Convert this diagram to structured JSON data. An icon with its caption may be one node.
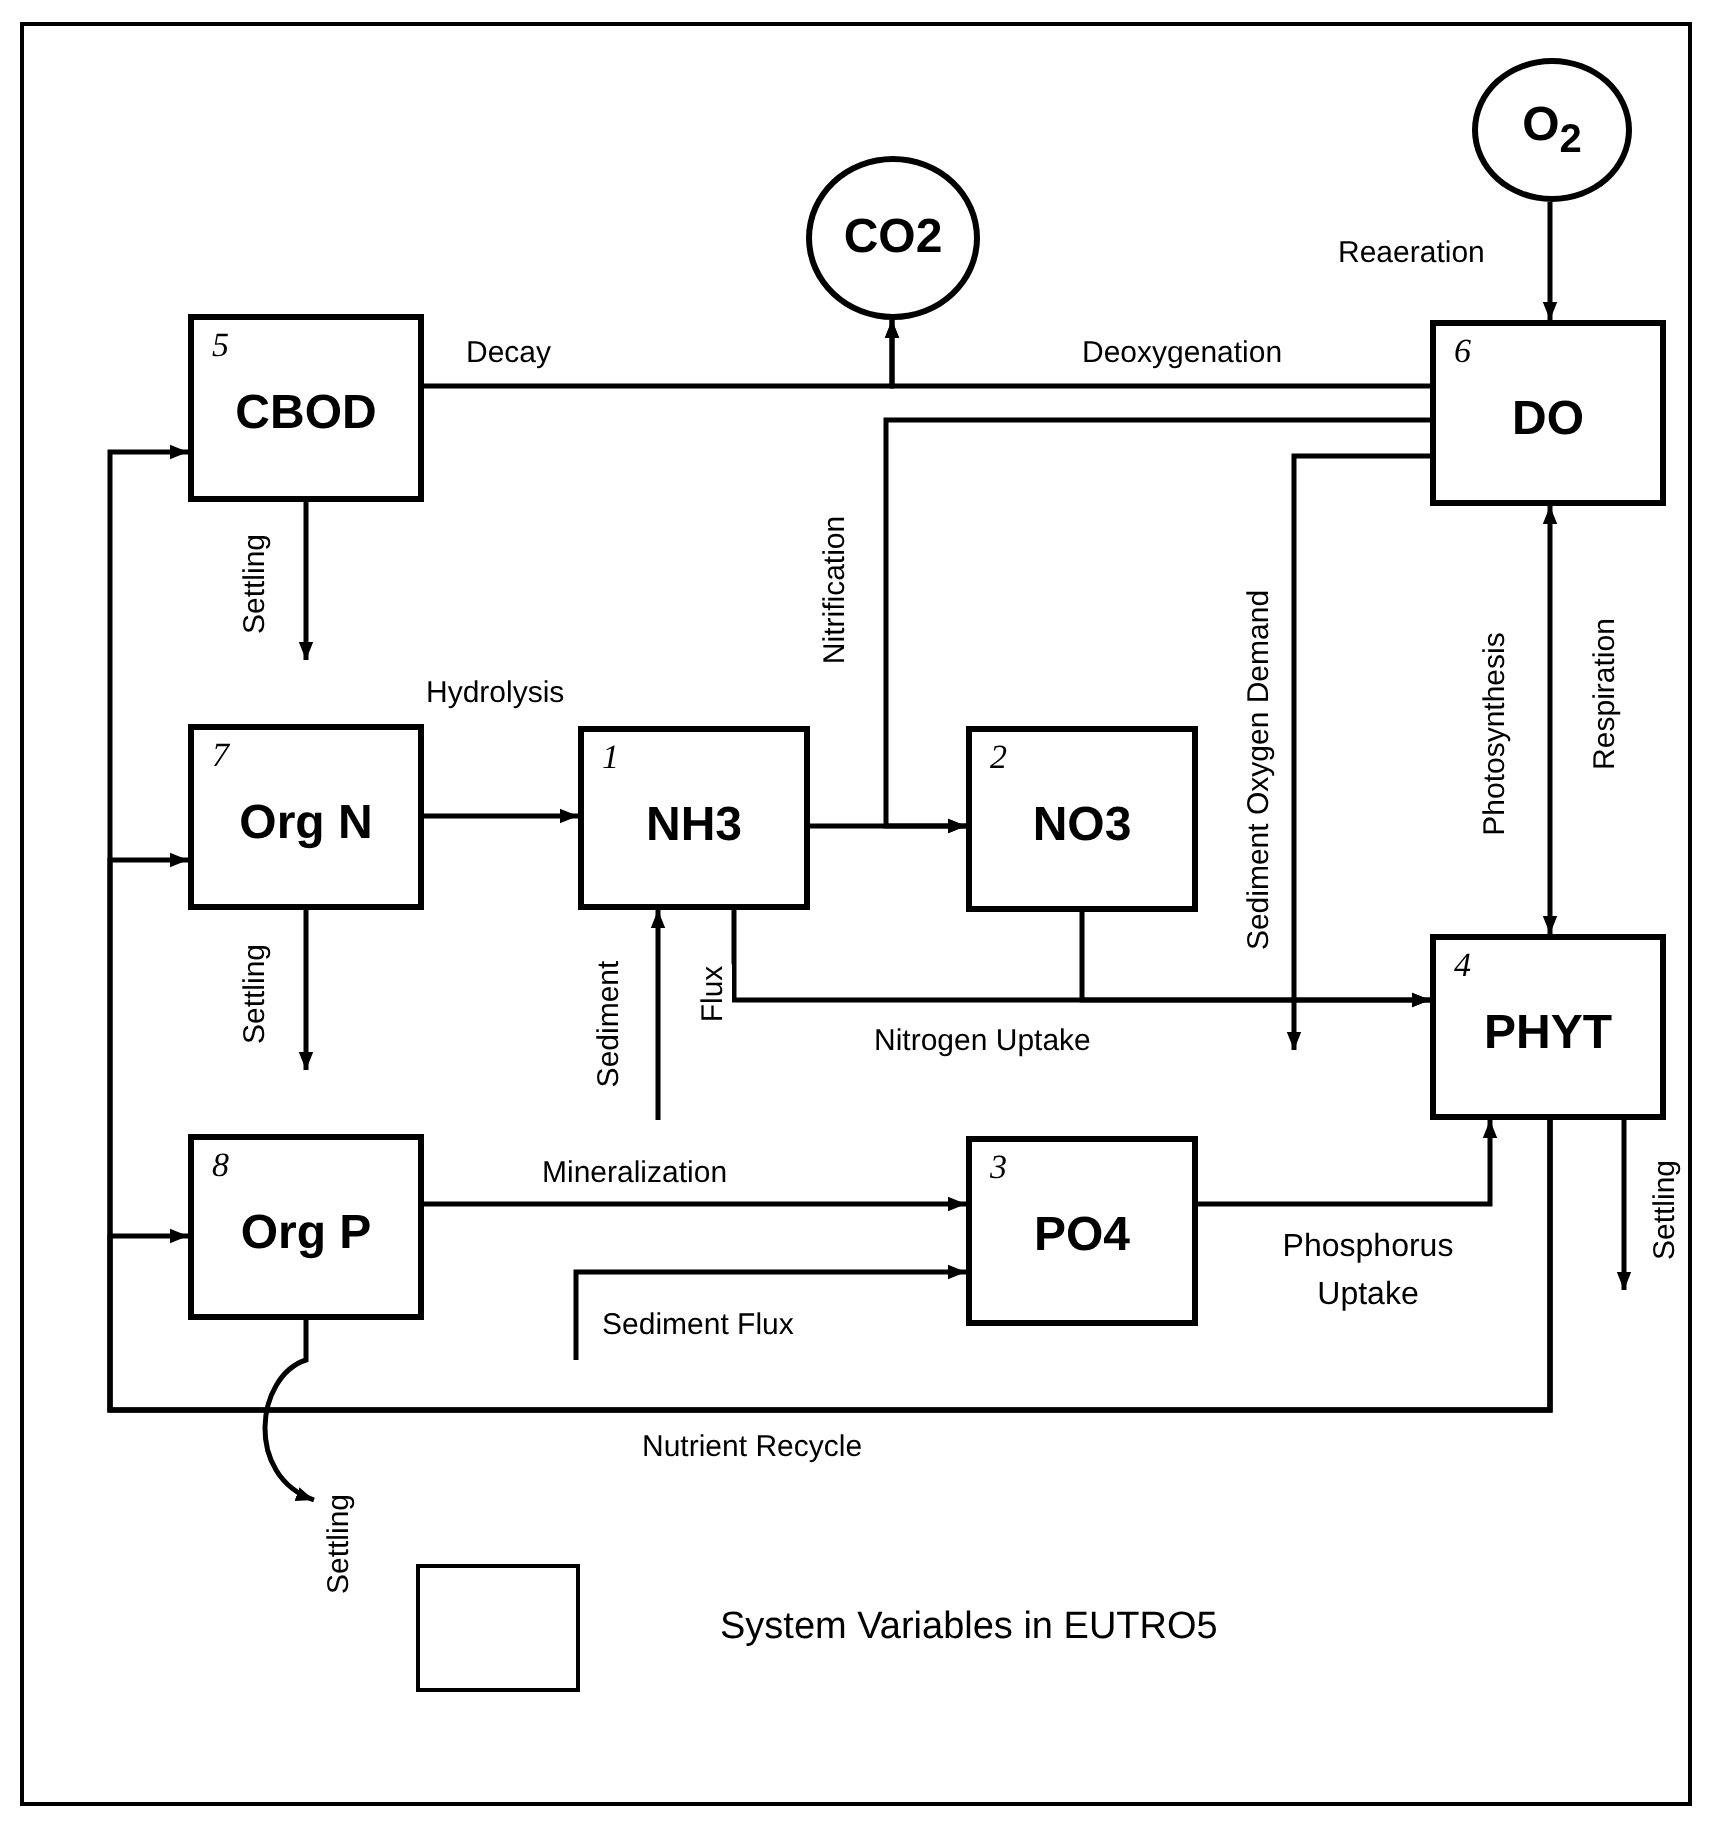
{
  "diagram": {
    "nodes": [
      {
        "text": [
          "O$_{2}$"
        ]
      },
      {
        "text": [
          "CO2"
        ]
      },
      {
        "text": [
          "5",
          "CBOD"
        ]
      },
      {
        "text": [
          "6",
          "DO"
        ]
      },
      {
        "text": [
          "7",
          "Org N"
        ]
      },
      {
        "text": [
          "1",
          "NH3"
        ]
      },
      {
        "text": [
          "2",
          "NO3"
        ]
      },
      {
        "text": [
          "4",
          "PHYT"
        ]
      },
      {
        "text": [
          "8",
          "Org P"
        ]
      },
      {
        "text": [
          "3",
          "PO4"
        ]
      }
    ],
    "edges": [
      {
        "from": 2,
        "to": 1,
        "arrow": "to",
        "label": "Decay"
      },
      {
        "from": 3,
        "to": 1,
        "arrow": "to",
        "label": "Deoxygenation"
      },
      {
        "from": 0,
        "to": 3,
        "arrow": "to",
        "label": "Reaeration"
      },
      {
        "from": 3,
        "to": 6,
        "arrow": "to",
        "label": "Nitrification"
      },
      {
        "from": 3,
        "to": null,
        "arrow": "to",
        "label": "Sediment Oxygen Demand"
      },
      {
        "from": 7,
        "to": 3,
        "arrow": "both",
        "label": "Photosynthesis"
      },
      {
        "from": 2,
        "to": null,
        "arrow": "to",
        "label": "Settling"
      },
      {
        "from": 4,
        "to": 5,
        "arrow": "to",
        "label": "Hydrolysis"
      },
      {
        "from": 5,
        "to": 6,
        "arrow": "to"
      },
      {
        "from": 4,
        "to": null,
        "arrow": "to",
        "label": "Settling"
      },
      {
        "from": null,
        "to": 5,
        "arrow": "to",
        "label": "Sediment"
      },
      {
        "from": 5,
        "to": 7,
        "arrow": "to",
        "label": "Nitrogen Uptake"
      },
      {
        "from": 6,
        "to": 7,
        "arrow": "to"
      },
      {
        "from": 8,
        "to": 9,
        "arrow": "to",
        "label": "Mineralization"
      },
      {
        "from": null,
        "to": 9,
        "arrow": "to",
        "label": "Sediment Flux"
      },
      {
        "from": 9,
        "to": 7,
        "arrow": "to",
        "label": "Phosphorus Uptake"
      },
      {
        "from": 7,
        "to": 8,
        "arrow": "to",
        "label": "Nutrient Recycle"
      },
      {
        "from": 7,
        "to": 4,
        "arrow": "to"
      },
      {
        "from": 7,
        "to": 2,
        "arrow": "to"
      },
      {
        "from": 7,
        "to": null,
        "arrow": "to",
        "label": "Settling"
      },
      {
        "from": 8,
        "to": null,
        "arrow": "to",
        "label": "Settling"
      }
    ],
    "labels": [
      "Respiration",
      "Flux"
    ],
    "legend": [
      {
        "text": "System Variables in EUTRO5"
      }
    ]
  }
}
